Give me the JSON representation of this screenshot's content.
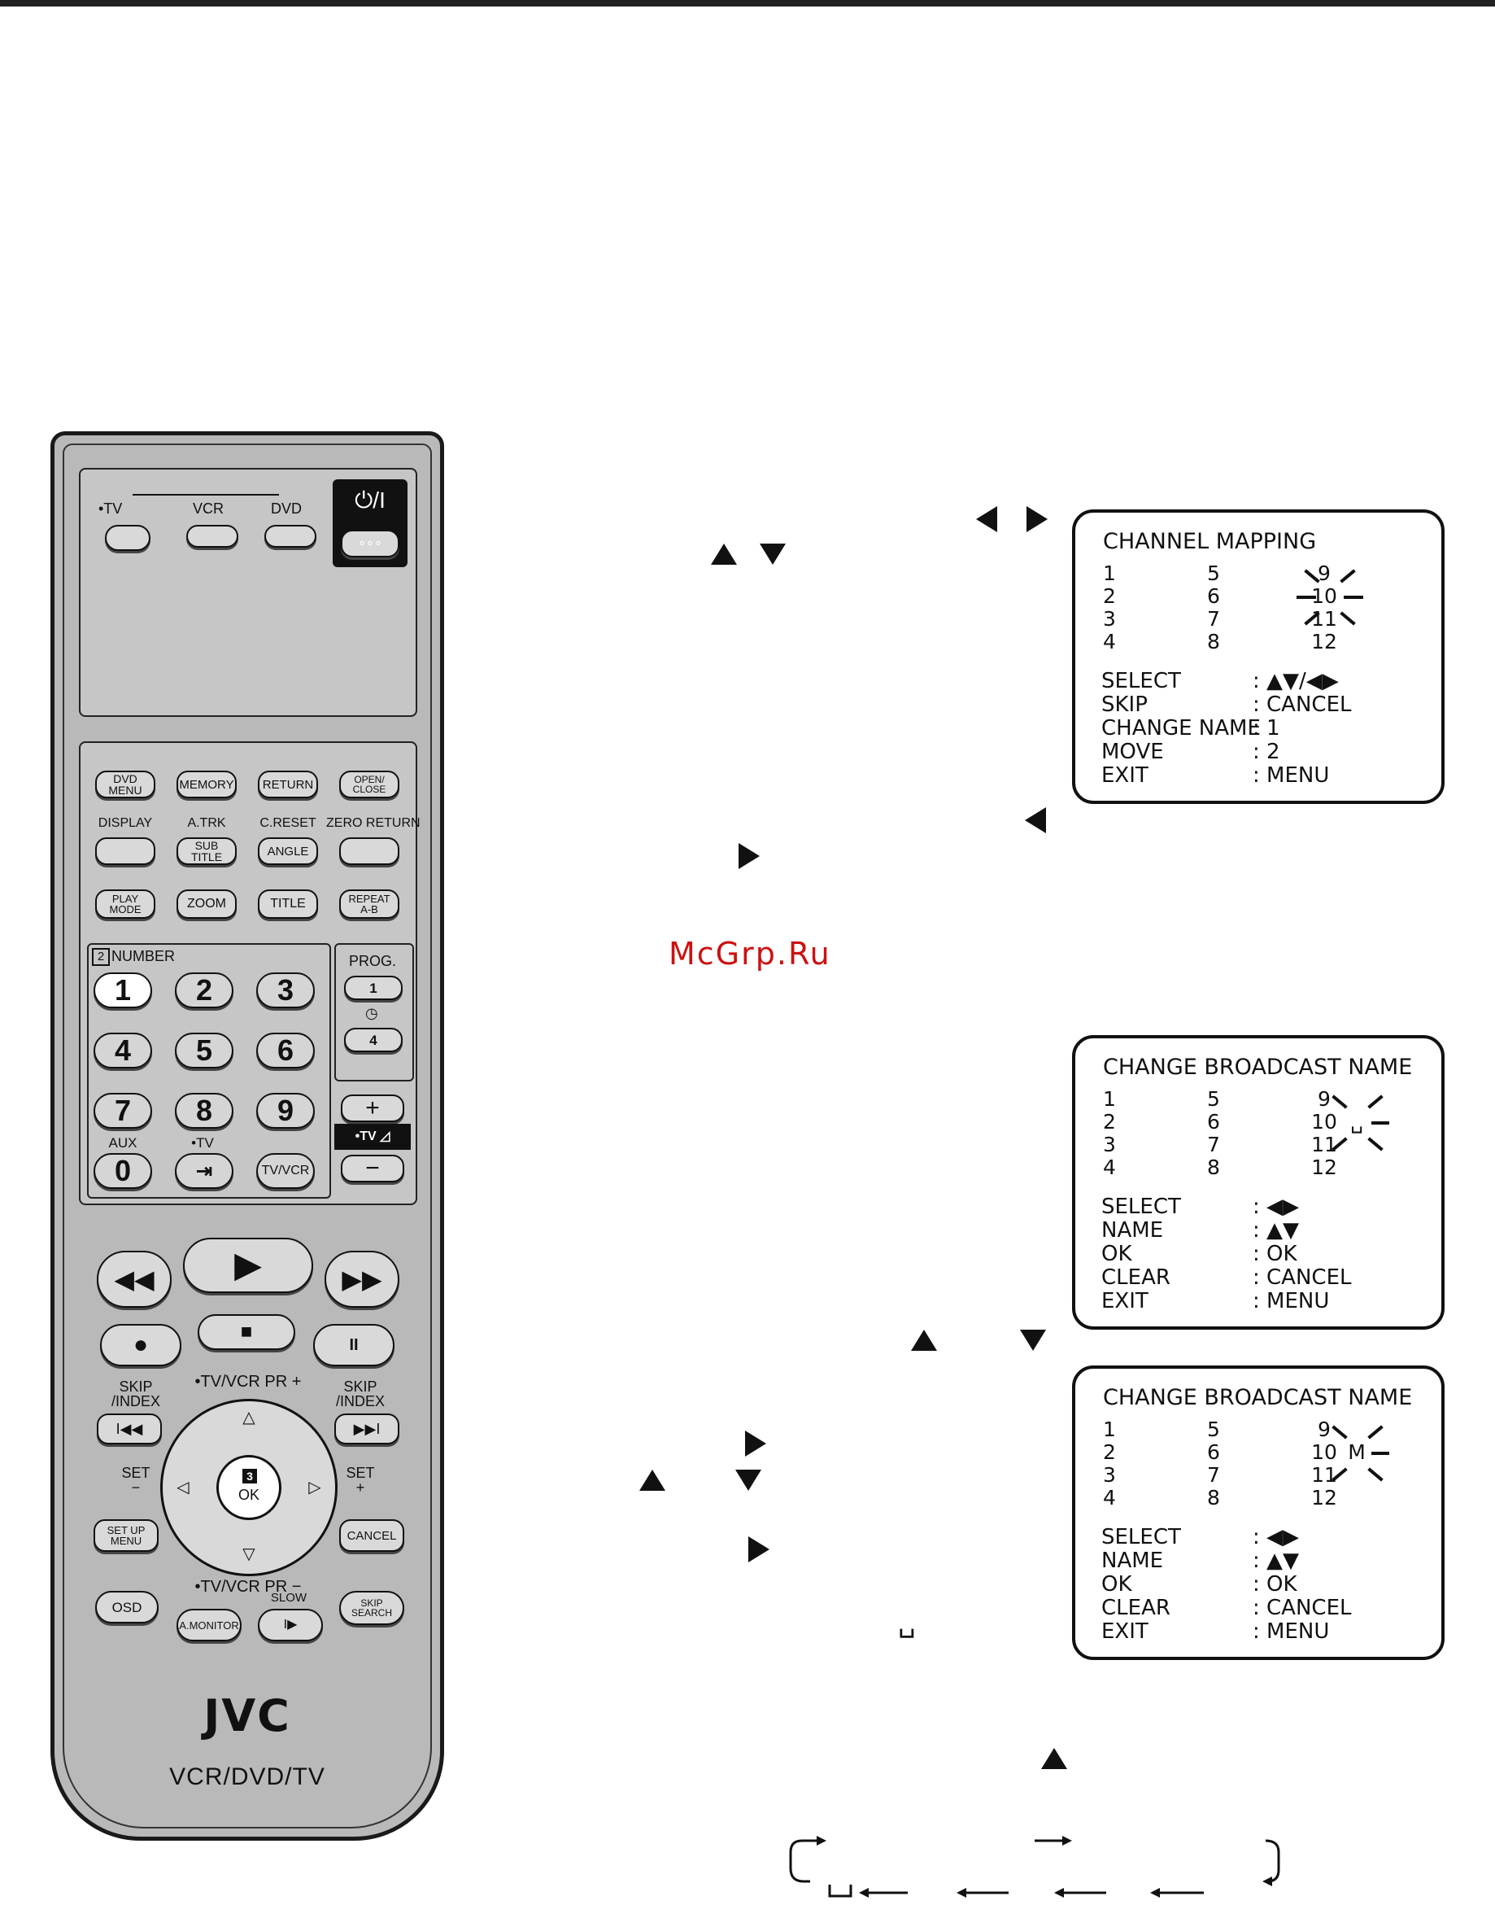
{
  "watermark": "McGrp.Ru",
  "remote": {
    "brand": "JVC",
    "model": "VCR/DVD/TV",
    "mode_labels": {
      "tv": "•TV",
      "vcr": "VCR",
      "dvd": "DVD"
    },
    "power_symbol": "⏻/I",
    "power_dots": "∘∘∘",
    "row1": [
      "DVD MENU",
      "MEMORY",
      "RETURN",
      "OPEN/\nCLOSE"
    ],
    "row2_labels": [
      "DISPLAY",
      "A.TRK",
      "C.RESET",
      "ZERO RETURN"
    ],
    "row2_buttons": [
      "",
      "SUB TITLE",
      "ANGLE",
      ""
    ],
    "row3": [
      "PLAY\nMODE",
      "ZOOM",
      "TITLE",
      "REPEAT\nA-B"
    ],
    "number_label": "NUMBER",
    "number_badge": "2",
    "numbers": [
      "1",
      "2",
      "3",
      "4",
      "5",
      "6",
      "7",
      "8",
      "9",
      "0"
    ],
    "aux": "AUX",
    "tv_small": "•TV",
    "input_symbol": "⇥",
    "tvvcr": "TV/VCR",
    "prog": "PROG.",
    "prog_btn1": "1",
    "prog_btn4": "4",
    "vol_plus": "+",
    "vol_minus": "−",
    "vol_tv": "•TV ◿",
    "transport": {
      "rew": "◀◀",
      "play": "▶",
      "ff": "▶▶",
      "rec": "●",
      "stop": "■",
      "pause": "II"
    },
    "skip_index": "SKIP\n/INDEX",
    "tvvcr_pr_plus": "•TV/VCR PR +",
    "tvvcr_pr_minus": "•TV/VCR PR −",
    "set_minus": "SET\n−",
    "set_plus": "SET\n+",
    "ok": "OK",
    "ok_badge": "3",
    "setup_menu": "SET UP\nMENU",
    "cancel": "CANCEL",
    "osd": "OSD",
    "amonitor": "A.MONITOR",
    "slow": "SLOW",
    "skip_search": "SKIP\nSEARCH"
  },
  "screens": [
    {
      "title": "CHANNEL MAPPING",
      "channels": [
        "1",
        "2",
        "3",
        "4",
        "5",
        "6",
        "7",
        "8",
        "9",
        "10",
        "11",
        "12"
      ],
      "menu": [
        {
          "k": "SELECT",
          "v": ": ▲▼/◀▶"
        },
        {
          "k": "SKIP",
          "v": ": CANCEL"
        },
        {
          "k": "CHANGE NAME",
          "v": ": 1"
        },
        {
          "k": "MOVE",
          "v": ": 2"
        },
        {
          "k": "EXIT",
          "v": ": MENU"
        }
      ]
    },
    {
      "title": "CHANGE BROADCAST NAME",
      "channels": [
        "1",
        "2",
        "3",
        "4",
        "5",
        "6",
        "7",
        "8",
        "9",
        "10",
        "11",
        "12"
      ],
      "cursor": "␣",
      "menu": [
        {
          "k": "SELECT",
          "v": ": ◀▶"
        },
        {
          "k": "NAME",
          "v": ": ▲▼"
        },
        {
          "k": "OK",
          "v": ": OK"
        },
        {
          "k": "CLEAR",
          "v": ": CANCEL"
        },
        {
          "k": "EXIT",
          "v": ": MENU"
        }
      ]
    },
    {
      "title": "CHANGE BROADCAST NAME",
      "channels": [
        "1",
        "2",
        "3",
        "4",
        "5",
        "6",
        "7",
        "8",
        "9",
        "10",
        "11",
        "12"
      ],
      "cursor": "M",
      "menu": [
        {
          "k": "SELECT",
          "v": ": ◀▶"
        },
        {
          "k": "NAME",
          "v": ": ▲▼"
        },
        {
          "k": "OK",
          "v": ": OK"
        },
        {
          "k": "CLEAR",
          "v": ": CANCEL"
        },
        {
          "k": "EXIT",
          "v": ": MENU"
        }
      ]
    }
  ],
  "space_symbol": "␣"
}
